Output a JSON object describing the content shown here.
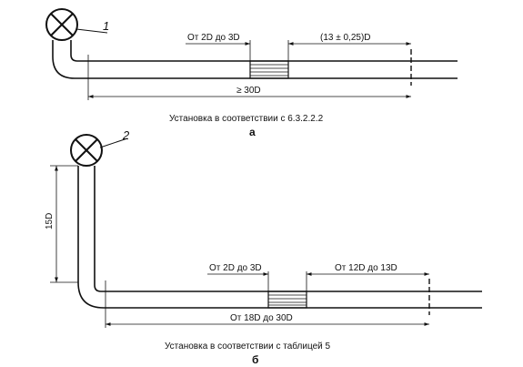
{
  "diagram_a": {
    "callout": "1",
    "dim_upstream": "От 2D до 3D",
    "dim_downstream": "(13 ± 0,25)D",
    "dim_total": "≥ 30D",
    "caption": "Установка в соответствии с 6.3.2.2.2",
    "letter": "а"
  },
  "diagram_b": {
    "callout": "2",
    "dim_vertical": "15D",
    "dim_upstream": "От 2D до 3D",
    "dim_downstream": "От 12D до 13D",
    "dim_total": "От 18D до 30D",
    "caption": "Установка в соответствии с таблицей 5",
    "letter": "б"
  },
  "colors": {
    "ink": "#111111",
    "background": "#ffffff"
  },
  "icons": [
    "valve-symbol-icon"
  ]
}
